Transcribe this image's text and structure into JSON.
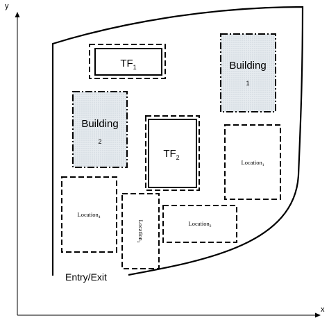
{
  "axes": {
    "x_label": "x",
    "y_label": "y"
  },
  "site": {
    "entry_label": "Entry/Exit"
  },
  "temporary_facilities": [
    {
      "id": "tf1",
      "name": "TF",
      "subscript": "1"
    },
    {
      "id": "tf2",
      "name": "TF",
      "subscript": "2"
    }
  ],
  "buildings": [
    {
      "id": "b1",
      "name": "Building",
      "number": "1"
    },
    {
      "id": "b2",
      "name": "Building",
      "number": "2"
    }
  ],
  "locations": [
    {
      "id": "loc1",
      "name": "Location",
      "subscript": "1"
    },
    {
      "id": "loc2",
      "name": "Location",
      "subscript": "2"
    },
    {
      "id": "loc3",
      "name": "Location",
      "subscript": "3"
    },
    {
      "id": "loc4",
      "name": "Location",
      "subscript": "4"
    }
  ],
  "colors": {
    "line": "#000000",
    "building_fill": "#dfe5ea",
    "background": "#ffffff"
  }
}
